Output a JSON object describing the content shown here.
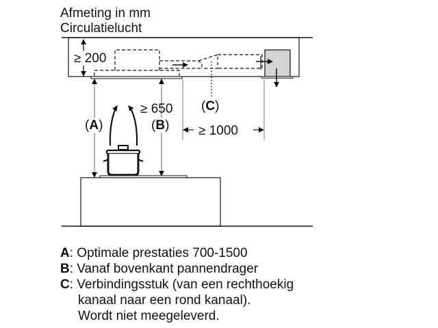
{
  "header": {
    "title": "Afmeting in mm",
    "subtitle": "Circulatielucht"
  },
  "dimensions": {
    "ceiling_gap": "≥ 200",
    "hob_distance": "≥ 650",
    "duct_length": "≥ 1000"
  },
  "labels": {
    "a": "A",
    "b": "B",
    "c": "C"
  },
  "legend": [
    {
      "key": "A",
      "text": ": Optimale prestaties 700-1500"
    },
    {
      "key": "B",
      "text": ": Vanaf bovenkant pannendrager"
    },
    {
      "key": "C",
      "text": ": Verbindingsstuk (van een rechthoekig"
    }
  ],
  "legend_continuation": [
    "kanaal naar een rond kanaal).",
    "Wordt niet meegeleverd."
  ],
  "colors": {
    "line": "#111111",
    "unit_fill": "#d4d4d4"
  }
}
